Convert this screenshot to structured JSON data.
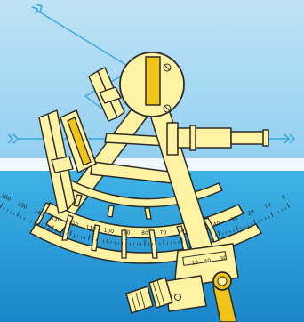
{
  "colors": {
    "sky_top": "#bfe2f5",
    "sky_bottom": "#8fcff0",
    "sea_top": "#3fb3e6",
    "sea_bottom": "#1a86c9",
    "brass": "#fff3a3",
    "brass_dark": "#f0c419",
    "outline": "#2a2a2a",
    "light_ray": "#3aa8e0"
  },
  "icons": {
    "ray_in_start": "double-chevron-right-icon",
    "ray_out_end": "double-chevron-right-icon"
  },
  "arc_scale": {
    "labels": [
      "160",
      "150",
      "140",
      "130",
      "120",
      "110",
      "100",
      "90",
      "80",
      "70",
      "60",
      "50",
      "40",
      "30",
      "20",
      "10",
      "0"
    ]
  },
  "vernier": {
    "labels": [
      "10",
      "40",
      "30"
    ]
  }
}
